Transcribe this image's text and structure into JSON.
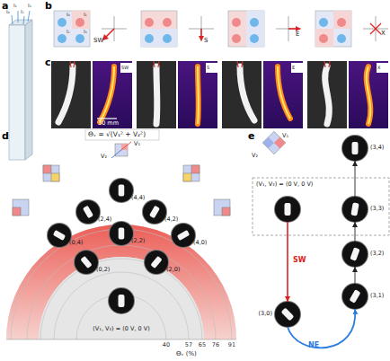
{
  "diagram": {
    "nodes": [
      {
        "text": [
          "(4,4)"
        ]
      },
      {
        "text": [
          "(2,4)"
        ]
      },
      {
        "text": [
          "(4,2)"
        ]
      },
      {
        "text": [
          "(0,4)"
        ]
      },
      {
        "text": [
          "(2,2)"
        ]
      },
      {
        "text": [
          "(4,0)"
        ]
      },
      {
        "text": [
          "(0,2)"
        ]
      },
      {
        "text": [
          "(2,0)"
        ]
      },
      {
        "text": [
          "(V₁, V₂) = (0 V, 0 V)"
        ]
      },
      {
        "text": [
          "(3,4)"
        ]
      },
      {
        "text": [
          "(V₁, V₂) = (0 V, 0 V)"
        ]
      },
      {
        "text": [
          "(3,3)"
        ]
      },
      {
        "text": [
          "(3,2)"
        ]
      },
      {
        "text": [
          "(3,1)"
        ]
      },
      {
        "text": [
          "(3,0)"
        ]
      }
    ],
    "edges": [
      {
        "from": 10,
        "to": 14,
        "label": "SW",
        "arrow": "to"
      },
      {
        "from": 14,
        "to": 13,
        "label": "NE",
        "arrow": "to"
      },
      {
        "from": 13,
        "to": 12,
        "arrow": "to"
      },
      {
        "from": 12,
        "to": 11,
        "arrow": "to"
      },
      {
        "from": 11,
        "to": 9,
        "arrow": "to"
      }
    ],
    "labels": [
      "a",
      "I₀",
      "I₁",
      "I₂",
      "I₃",
      "b",
      "I₀",
      "I₁",
      "I₂",
      "I₃",
      "SW",
      "S",
      "E",
      "X",
      "c",
      "SW",
      "S",
      "E",
      "X",
      "30 mm",
      "d",
      "Θᵥ = √(V₁² + V₂²)",
      "V₁",
      "V₂",
      "40",
      "57",
      "65",
      "76",
      "91",
      "Θᵥ (%)",
      "e",
      "V₁",
      "V₂"
    ]
  }
}
